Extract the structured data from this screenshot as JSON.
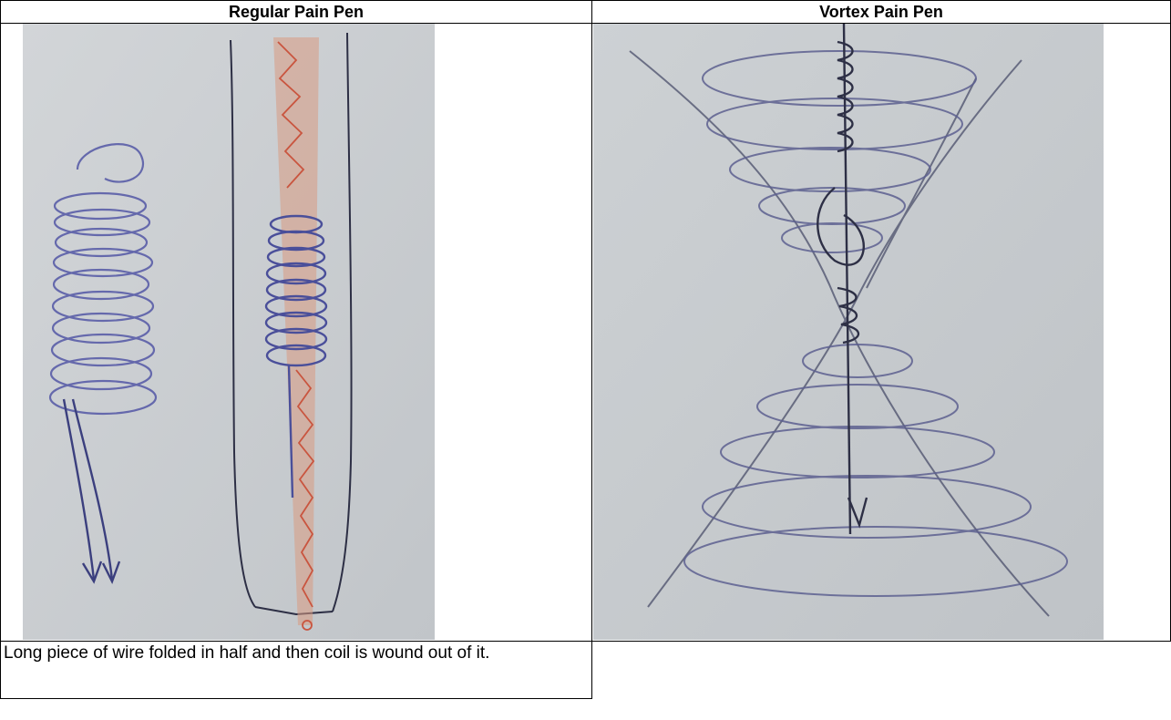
{
  "table": {
    "headers": [
      "Regular Pain Pen",
      "Vortex Pain Pen"
    ],
    "descriptions": [
      "Long piece of wire folded in half and then coil is wound out of it.",
      ""
    ]
  },
  "colors": {
    "paper": "#c9cdd0",
    "ink_blue": "#4a4f9a",
    "ink_dark": "#2d2f45",
    "ink_red": "#c9553f",
    "grid_border": "#000000"
  }
}
